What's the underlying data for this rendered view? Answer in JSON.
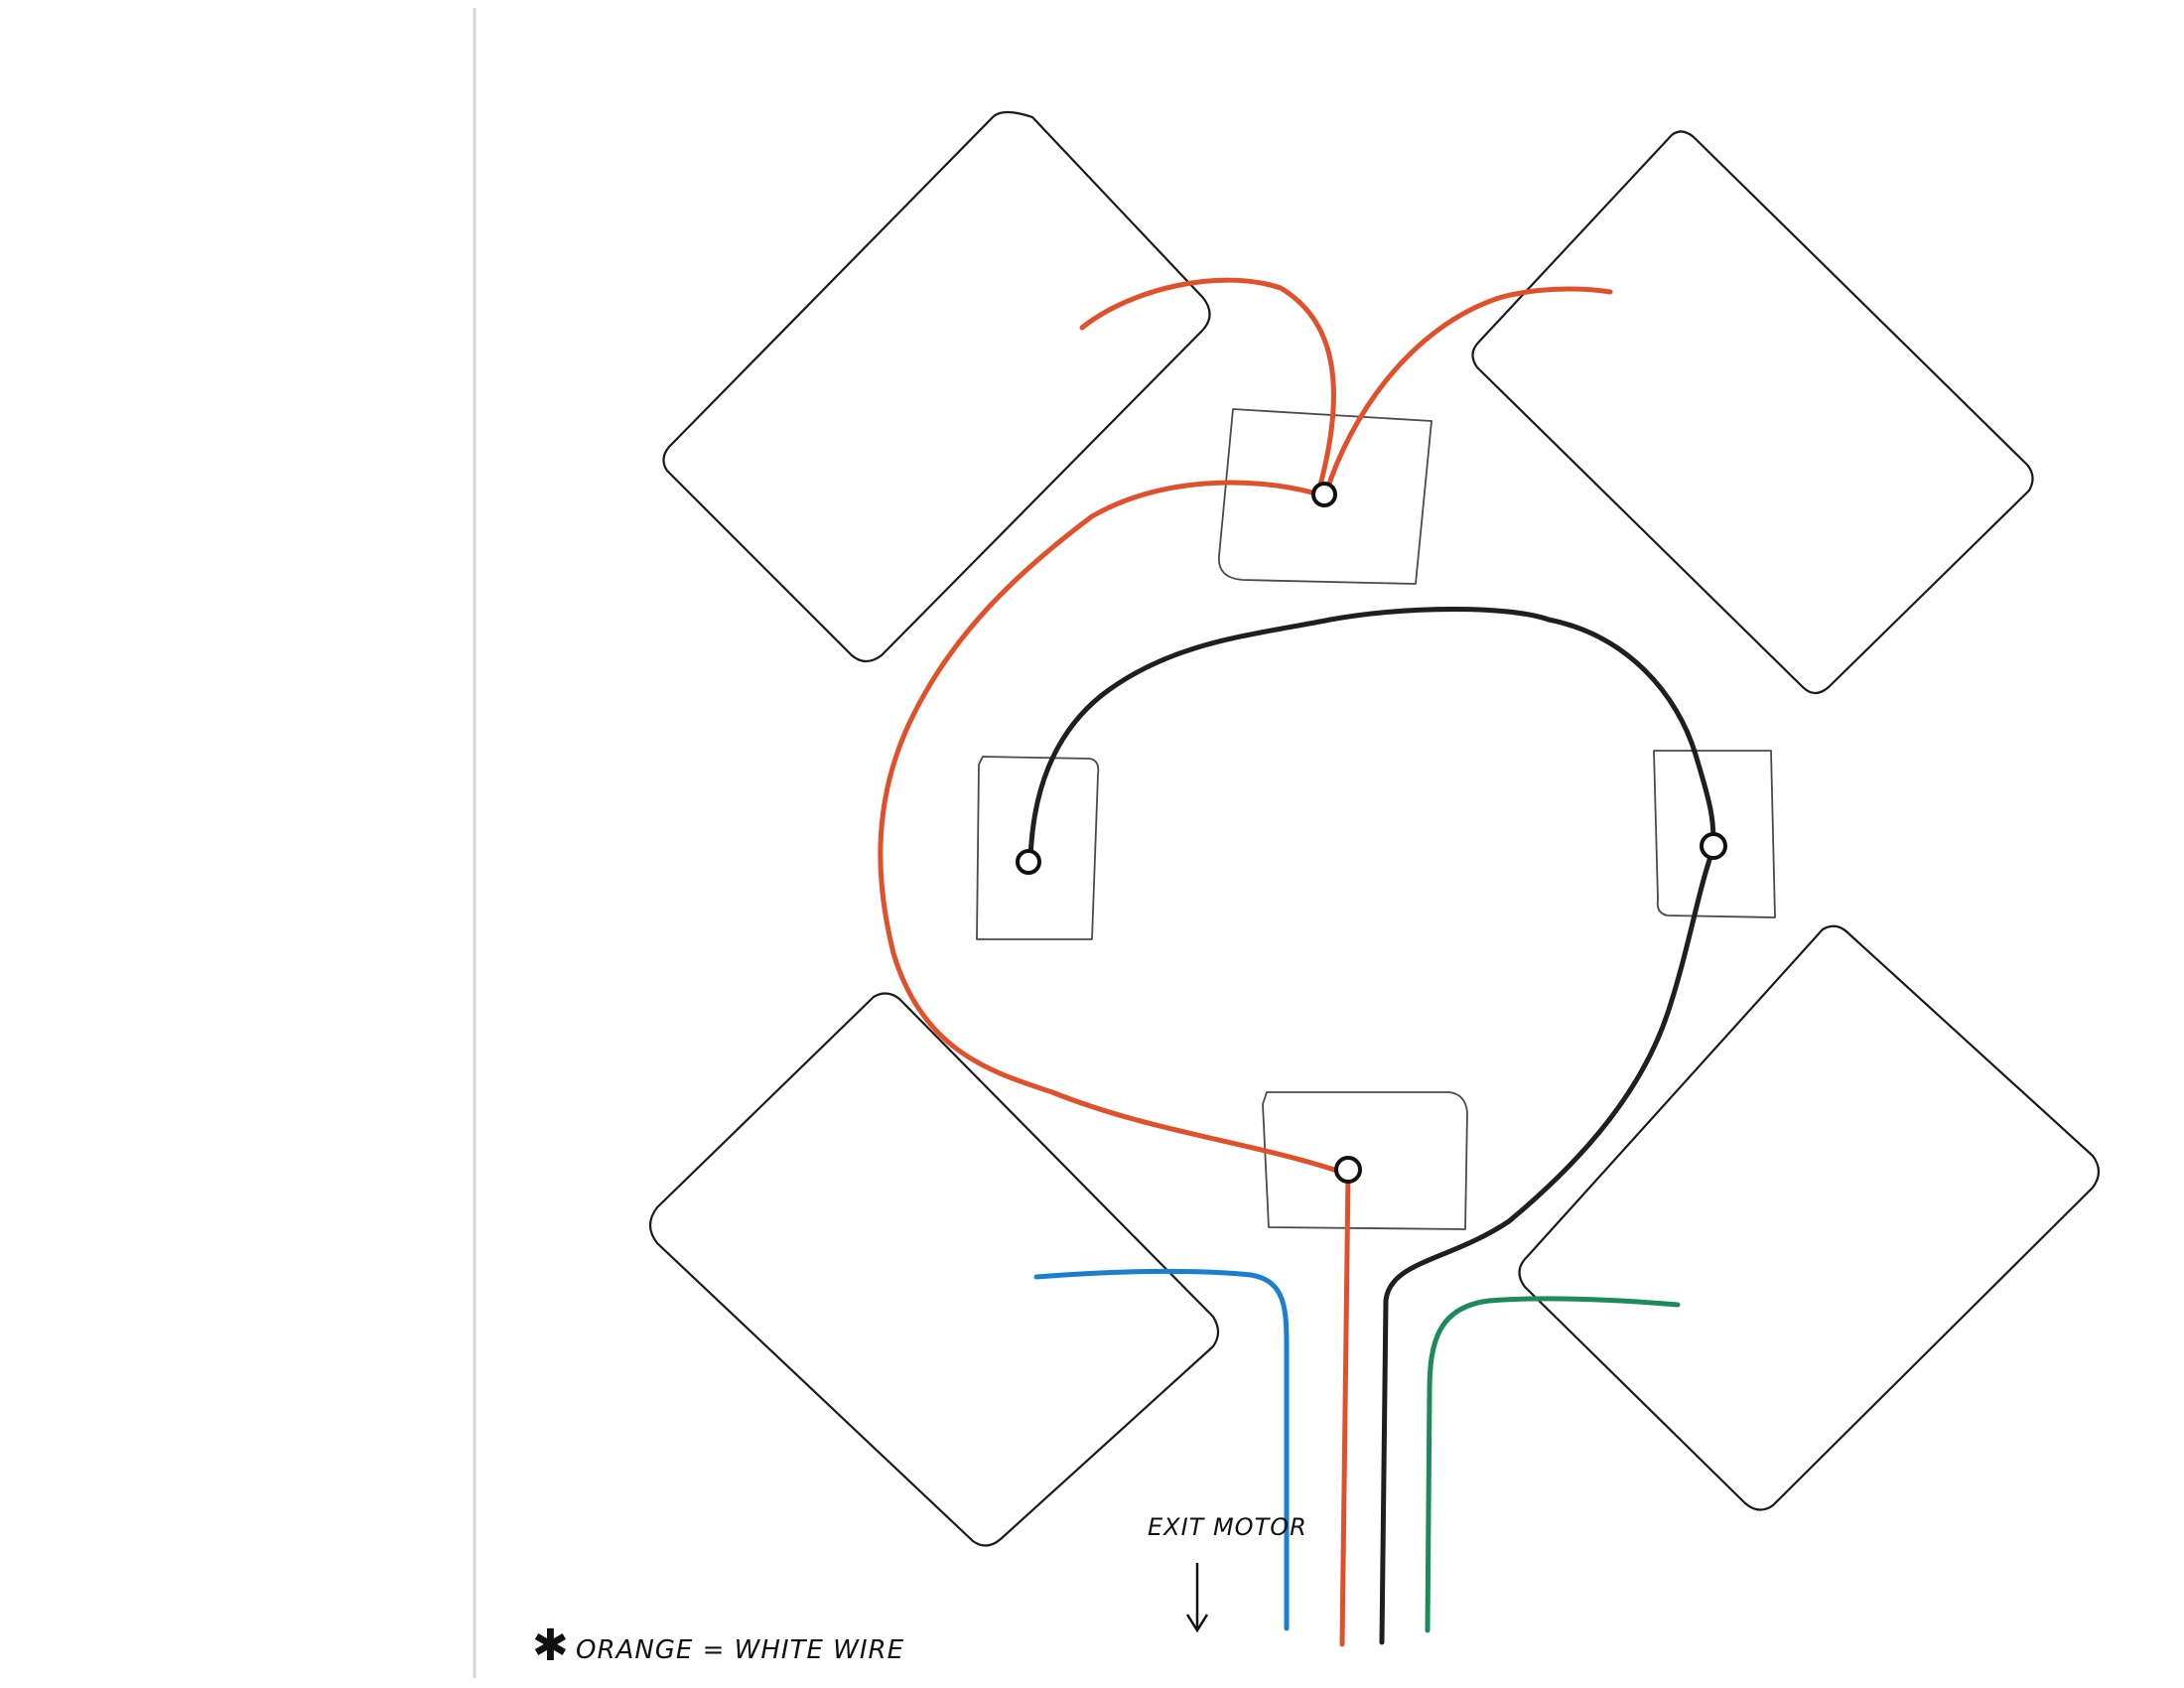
{
  "labels": {
    "exit_motor": "EXIT MOTOR",
    "note_asterisk": "✱",
    "note_text": "ORANGE = WHITE WIRE"
  },
  "colors": {
    "outline": "#1a1a1a",
    "orange_wire": "#e0502a",
    "black_wire": "#1f1f1f",
    "blue_wire": "#1a7fcf",
    "green_wire": "#1d8a5a",
    "page_divider": "#cfcfcf"
  },
  "components": {
    "pole_pieces": [
      "top-left",
      "top-right",
      "bottom-left",
      "bottom-right"
    ],
    "terminal_blocks": [
      "top",
      "left",
      "right",
      "bottom"
    ],
    "exit_wires": [
      "blue",
      "orange",
      "black",
      "green"
    ]
  }
}
